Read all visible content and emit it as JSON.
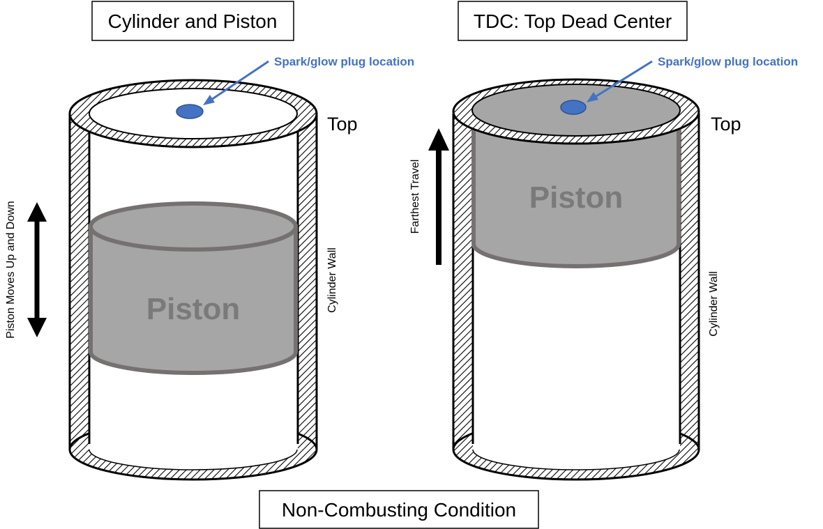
{
  "left_panel": {
    "title": "Cylinder and Piston",
    "spark_label": "Spark/glow plug location",
    "top_label": "Top",
    "piston_label": "Piston",
    "wall_label": "Cylinder Wall",
    "motion_label": "Piston Moves Up and Down"
  },
  "right_panel": {
    "title": "TDC: Top Dead Center",
    "spark_label": "Spark/glow plug location",
    "top_label": "Top",
    "piston_label": "Piston",
    "wall_label": "Cylinder Wall",
    "travel_label": "Farthest Travel"
  },
  "footer": {
    "caption": "Non-Combusting Condition"
  },
  "colors": {
    "piston_fill": "#a6a6a6",
    "piston_stroke": "#767171",
    "spark_accent": "#4472c4",
    "outline": "#000000"
  }
}
